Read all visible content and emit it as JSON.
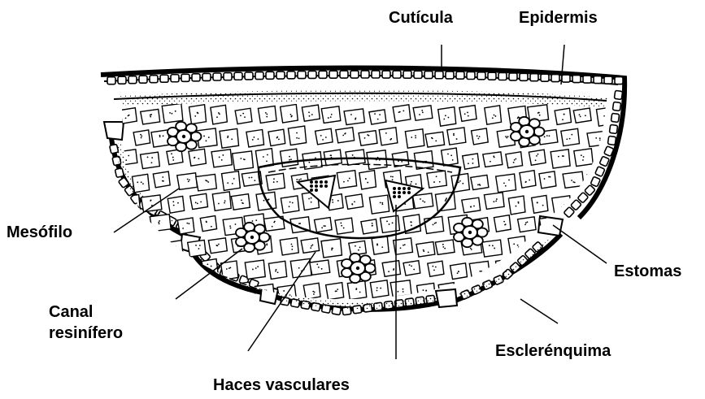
{
  "labels": {
    "cuticula": "Cutícula",
    "epidermis": "Epidermis",
    "mesofilo": "Mesófilo",
    "canal_line1": "Canal",
    "canal_line2": "resinífero",
    "estomas": "Estomas",
    "esclerenquima": "Esclerénquima",
    "haces": "Haces vasculares"
  },
  "colors": {
    "ink": "#000000",
    "paper": "#ffffff"
  }
}
